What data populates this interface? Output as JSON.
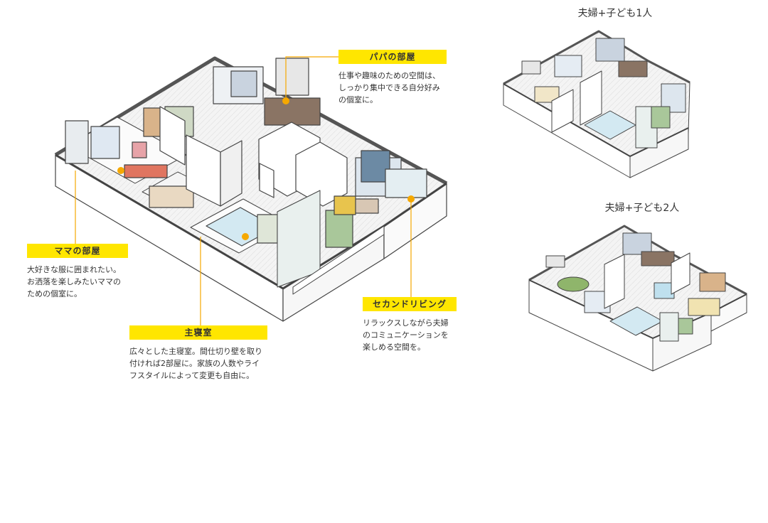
{
  "colors": {
    "accent": "#ffe600",
    "leader": "#f5a800",
    "wall": "#ffffff",
    "outline": "#444444",
    "floor": "#f2f2f2"
  },
  "callouts": {
    "papa": {
      "label": "パパの部屋",
      "desc": "仕事や趣味のための空間は、\nしっかり集中できる自分好み\nの個室に。"
    },
    "mama": {
      "label": "ママの部屋",
      "desc": "大好きな服に囲まれたい。\nお洒落を楽しみたいママの\nための個室に。"
    },
    "master": {
      "label": "主寝室",
      "desc": "広々とした主寝室。間仕切り壁を取り\n付ければ2部屋に。家族の人数やライ\nフスタイルによって変更も自由に。"
    },
    "second": {
      "label": "セカンドリビング",
      "desc": "リラックスしながら夫婦\nのコミュニケーションを\n楽しめる空間を。"
    }
  },
  "plans": {
    "one_child": {
      "title": "夫婦+子ども1人"
    },
    "two_children": {
      "title": "夫婦+子ども2人"
    }
  }
}
